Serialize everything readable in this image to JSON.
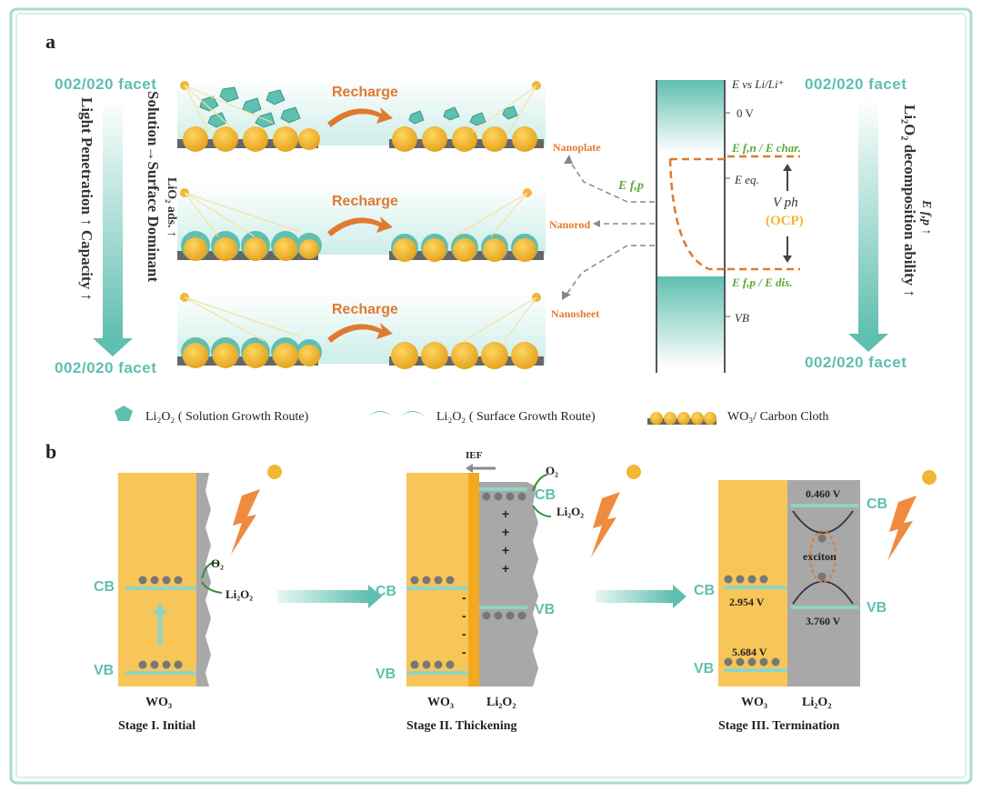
{
  "panel_a": {
    "letter": "a",
    "facet_top_left": "002/020 facet",
    "facet_bottom_left": "002/020 facet",
    "facet_top_right": "002/020 facet",
    "facet_bottom_right": "002/020 facet",
    "left_arrow_text": "Light Penetration ↑ Capacity ↑",
    "mid_arrow_text": "Solution→Surface Dominant",
    "mid_arrow_sub": "LiO₂ ads. ↑",
    "right_arrow_text": "Li₂O₂ decomposition ability ↑",
    "right_arrow_sub": "E f,p ↑",
    "recharge_labels": [
      "Recharge",
      "Recharge",
      "Recharge"
    ],
    "morphologies": [
      "Nanoplate",
      "Nanorod",
      "Nanosheet"
    ],
    "energy": {
      "axis_label": "E vs Li/Li⁺",
      "zero": "0 V",
      "efn": "E f,n / E char.",
      "eeq": "E eq.",
      "vph": "V ph",
      "ocp": "(OCP)",
      "efp_diagram": "E f,p / E dis.",
      "vb": "VB",
      "efp_left": "E f,p"
    }
  },
  "legend": {
    "solution": "Li₂O₂ ( Solution Growth Route)",
    "surface": "Li₂O₂ ( Surface Growth Route)",
    "wo3": "WO₃/ Carbon Cloth"
  },
  "panel_b": {
    "letter": "b",
    "stage1": {
      "title": "Stage I. Initial",
      "material": "WO₃",
      "cb": "CB",
      "vb": "VB",
      "o2": "O₂",
      "li2o2": "Li₂O₂"
    },
    "stage2": {
      "title": "Stage II. Thickening",
      "material1": "WO₃",
      "material2": "Li₂O₂",
      "cb_left": "CB",
      "vb_left": "VB",
      "cb_right": "CB",
      "vb_right": "VB",
      "ief": "IEF",
      "o2": "O₂",
      "li2o2": "Li₂O₂"
    },
    "stage3": {
      "title": "Stage III. Termination",
      "material1": "WO₃",
      "material2": "Li₂O₂",
      "cb_left": "CB",
      "vb_left": "VB",
      "cb_right": "CB",
      "vb_right": "VB",
      "v1": "0.460 V",
      "v2": "2.954 V",
      "v3": "3.760 V",
      "v4": "5.684 V",
      "exciton": "exciton"
    }
  },
  "colors": {
    "teal": "#5fbfb0",
    "orange": "#e07a30",
    "gold": "#f2b632",
    "yellow_panel": "#f7c558",
    "gray": "#a8a8a8",
    "green": "#5fa83a"
  }
}
